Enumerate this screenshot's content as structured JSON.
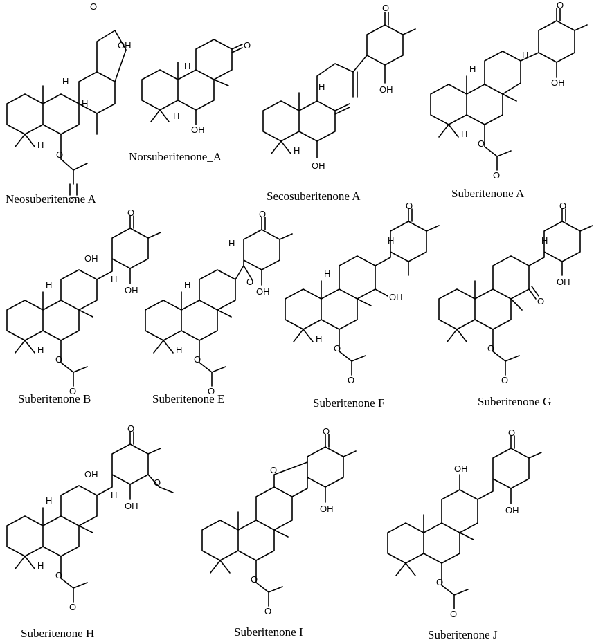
{
  "compounds": [
    {
      "name": "Neosuberitenone A",
      "labels": [
        "O",
        "OH",
        "H",
        "H",
        "H",
        "O",
        "O"
      ]
    },
    {
      "name": "Norsuberitenone_A",
      "labels": [
        "O",
        "H",
        "H",
        "OH"
      ]
    },
    {
      "name": "Secosuberitenone A",
      "labels": [
        "O",
        "H",
        "OH",
        "H",
        "OH"
      ]
    },
    {
      "name": "Suberitenone A",
      "labels": [
        "O",
        "H",
        "OH",
        "H",
        "H",
        "O",
        "O"
      ]
    },
    {
      "name": "Suberitenone B",
      "labels": [
        "O",
        "OH",
        "H",
        "H",
        "OH",
        "H",
        "O",
        "O"
      ]
    },
    {
      "name": "Suberitenone E",
      "labels": [
        "O",
        "H",
        "H",
        "O",
        "OH",
        "H",
        "O",
        "O"
      ]
    },
    {
      "name": "Suberitenone F",
      "labels": [
        "O",
        "H",
        "H",
        "OH",
        "H",
        "O",
        "O"
      ]
    },
    {
      "name": "Suberitenone G",
      "labels": [
        "O",
        "H",
        "O",
        "OH",
        "O",
        "O"
      ]
    },
    {
      "name": "Suberitenone H",
      "labels": [
        "O",
        "OH",
        "H",
        "H",
        "OH",
        "O",
        "H",
        "O",
        "O"
      ]
    },
    {
      "name": "Suberitenone I",
      "labels": [
        "O",
        "O",
        "OH",
        "O",
        "O"
      ]
    },
    {
      "name": "Suberitenone J",
      "labels": [
        "O",
        "OH",
        "OH",
        "O",
        "O"
      ]
    }
  ]
}
